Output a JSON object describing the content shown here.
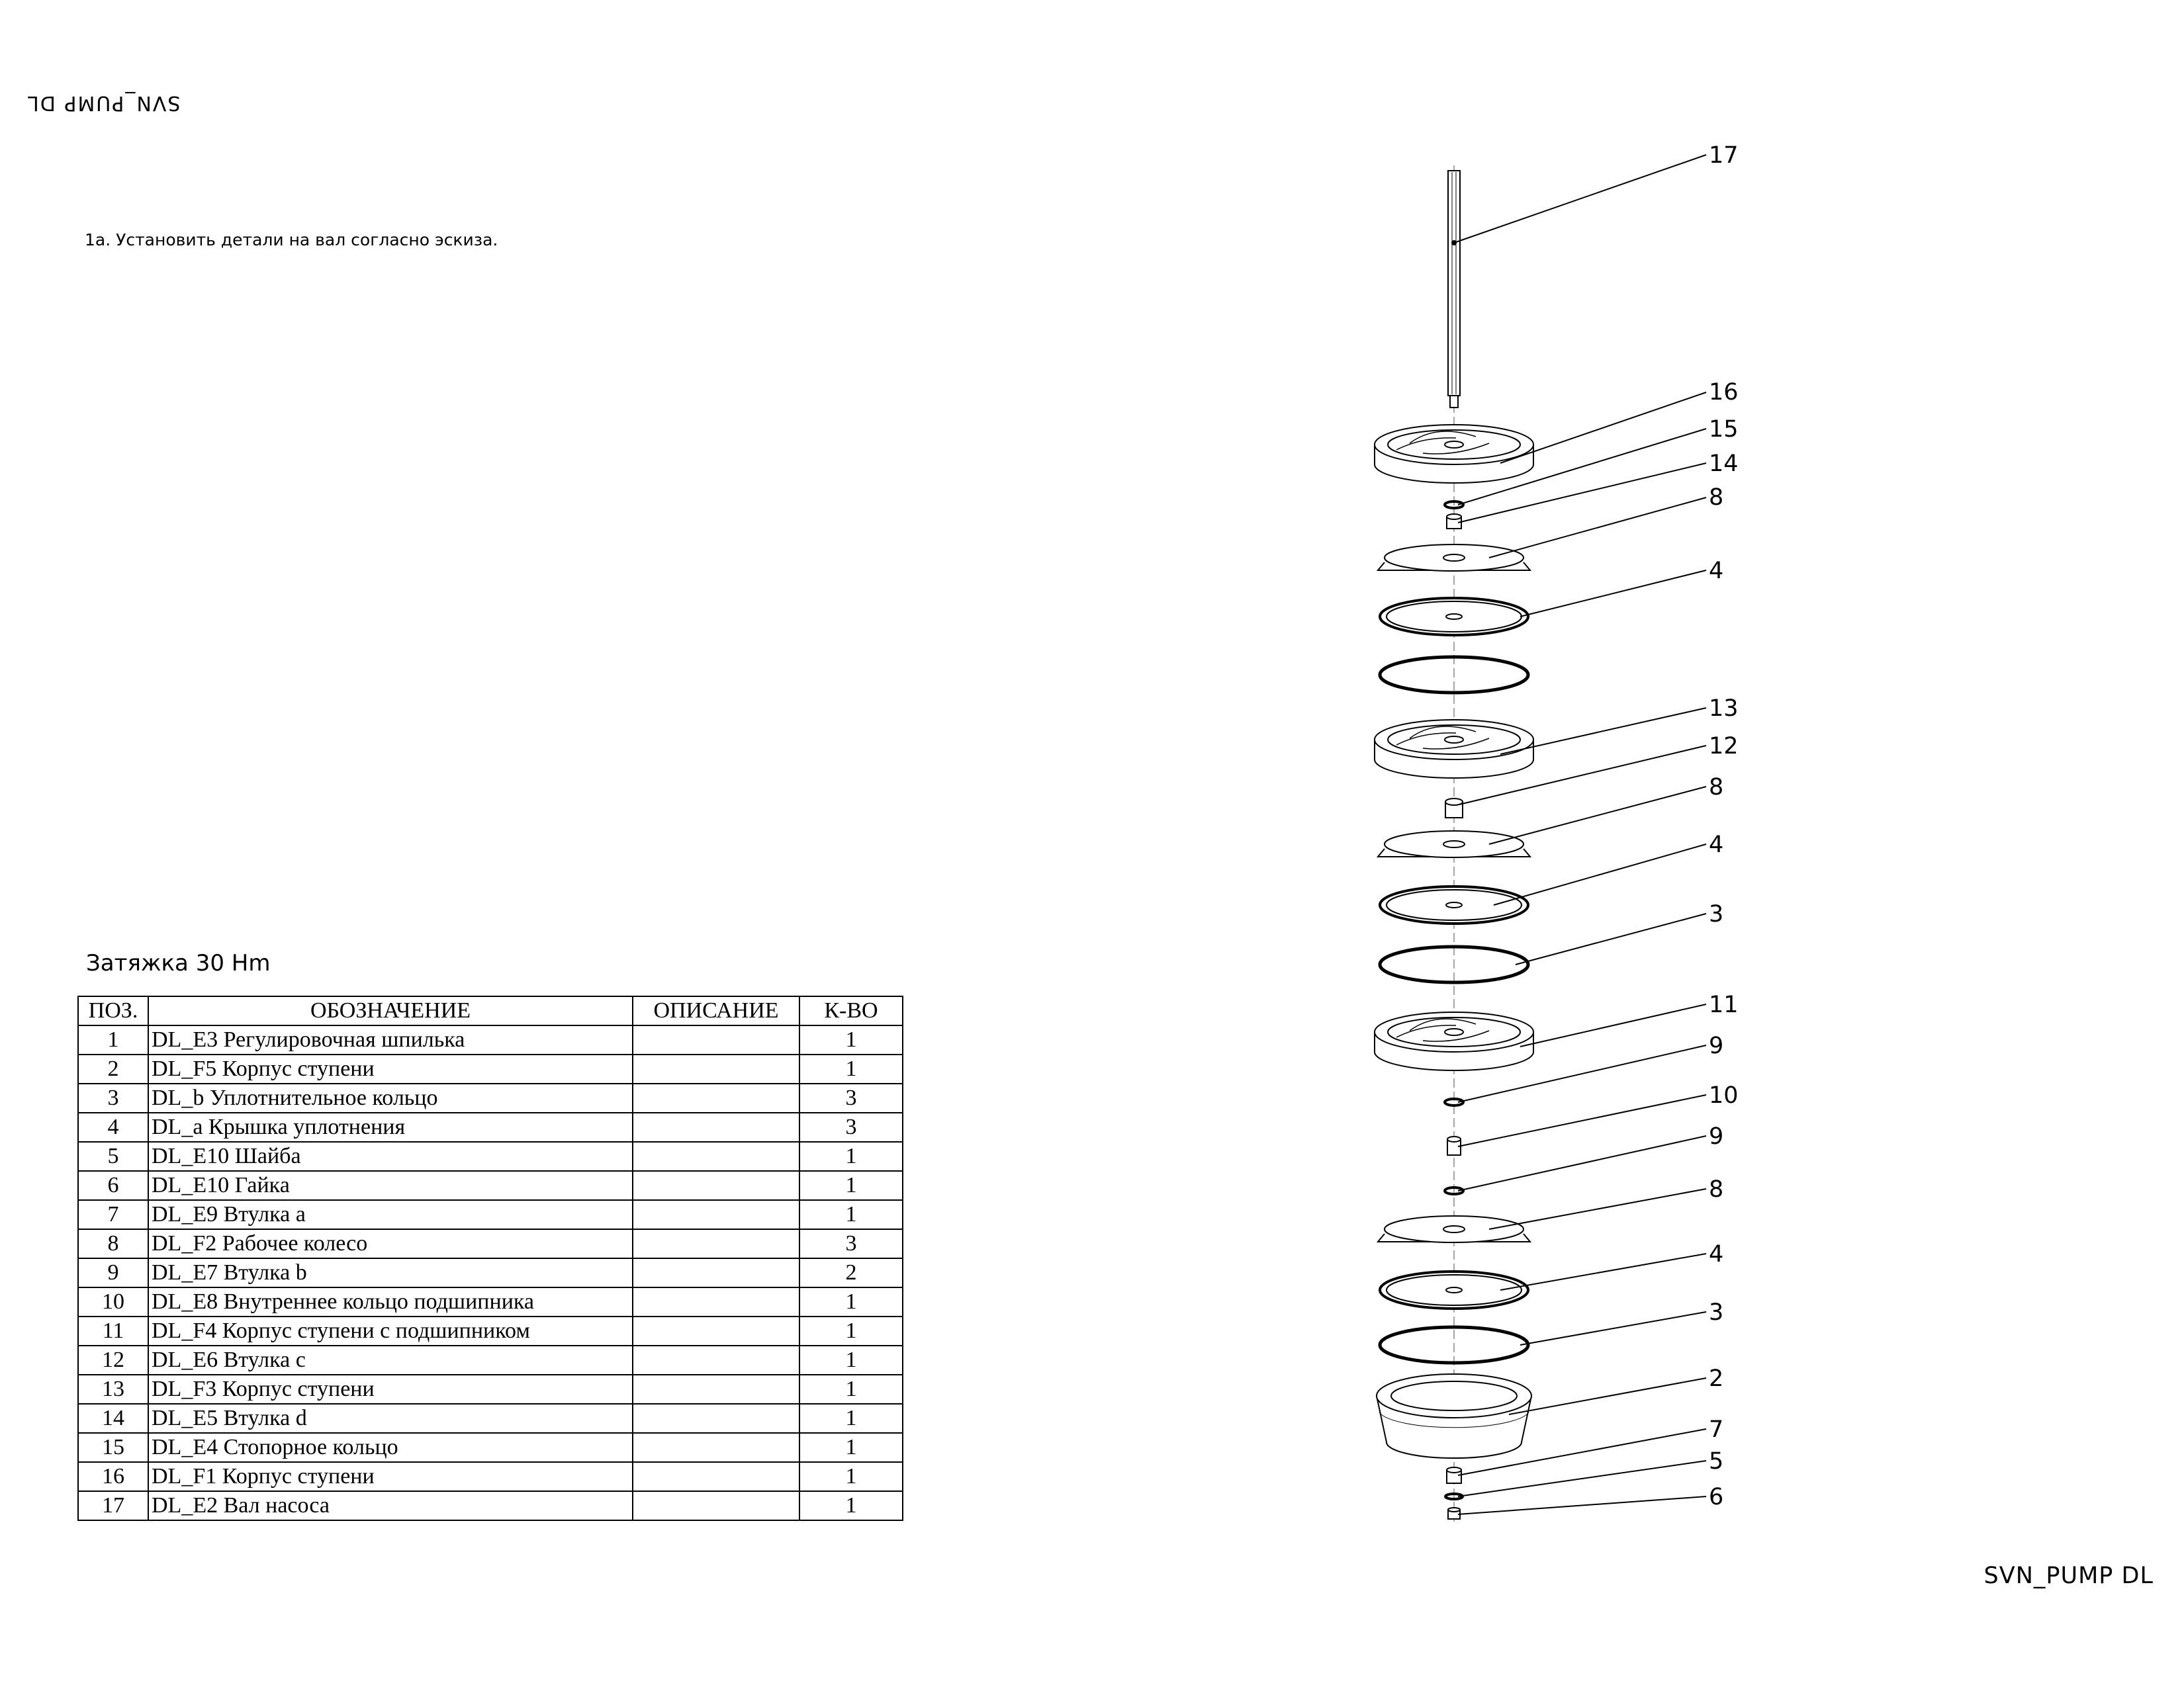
{
  "header": {
    "rotated_title": "SVN_PUMP DL"
  },
  "instruction": "1а. Установить детали на вал согласно эскиза.",
  "torque_note": "Затяжка 30 Hm",
  "bom": {
    "headers": {
      "pos": "ПОЗ.",
      "designation": "ОБОЗНАЧЕНИЕ",
      "description": "ОПИСАНИЕ",
      "qty": "К-ВО"
    },
    "rows": [
      {
        "pos": "1",
        "designation": "DL_E3 Регулировочная шпилька",
        "description": "",
        "qty": "1"
      },
      {
        "pos": "2",
        "designation": "DL_F5 Корпус ступени",
        "description": "",
        "qty": "1"
      },
      {
        "pos": "3",
        "designation": "DL_b Уплотнительное кольцо",
        "description": "",
        "qty": "3"
      },
      {
        "pos": "4",
        "designation": "DL_a Крышка уплотнения",
        "description": "",
        "qty": "3"
      },
      {
        "pos": "5",
        "designation": "DL_E10 Шайба",
        "description": "",
        "qty": "1"
      },
      {
        "pos": "6",
        "designation": "DL_E10 Гайка",
        "description": "",
        "qty": "1"
      },
      {
        "pos": "7",
        "designation": "DL_E9 Втулка a",
        "description": "",
        "qty": "1"
      },
      {
        "pos": "8",
        "designation": "DL_F2 Рабочее колесо",
        "description": "",
        "qty": "3"
      },
      {
        "pos": "9",
        "designation": "DL_E7 Втулка b",
        "description": "",
        "qty": "2"
      },
      {
        "pos": "10",
        "designation": "DL_E8 Внутреннее кольцо подшипника",
        "description": "",
        "qty": "1"
      },
      {
        "pos": "11",
        "designation": "DL_F4 Корпус ступени с подшипником",
        "description": "",
        "qty": "1"
      },
      {
        "pos": "12",
        "designation": "DL_E6 Втулка c",
        "description": "",
        "qty": "1"
      },
      {
        "pos": "13",
        "designation": "DL_F3 Корпус ступени",
        "description": "",
        "qty": "1"
      },
      {
        "pos": "14",
        "designation": "DL_E5 Втулка d",
        "description": "",
        "qty": "1"
      },
      {
        "pos": "15",
        "designation": "DL_E4 Стопорное кольцо",
        "description": "",
        "qty": "1"
      },
      {
        "pos": "16",
        "designation": "DL_F1 Корпус ступени",
        "description": "",
        "qty": "1"
      },
      {
        "pos": "17",
        "designation": "DL_E2 Вал насоса",
        "description": "",
        "qty": "1"
      }
    ]
  },
  "balloons": [
    "17",
    "16",
    "15",
    "14",
    "8",
    "4",
    "13",
    "12",
    "8",
    "4",
    "3",
    "11",
    "9",
    "10",
    "9",
    "8",
    "4",
    "3",
    "2",
    "7",
    "5",
    "6"
  ],
  "footer_title": "SVN_PUMP DL"
}
